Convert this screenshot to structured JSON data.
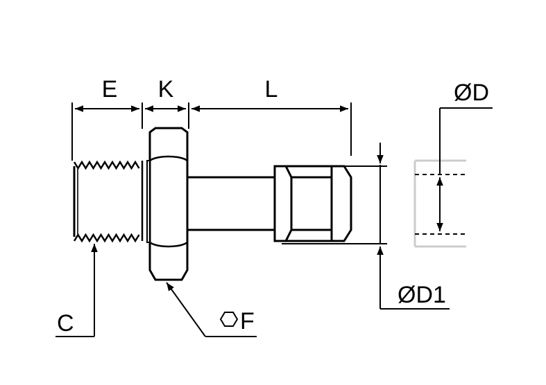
{
  "labels": {
    "e": "E",
    "k": "K",
    "l": "L",
    "od": "ØD",
    "od1": "ØD1",
    "c": "C",
    "f": "F"
  },
  "colors": {
    "ink": "#000000",
    "background": "#ffffff",
    "tube_wall": "#cccccc"
  }
}
